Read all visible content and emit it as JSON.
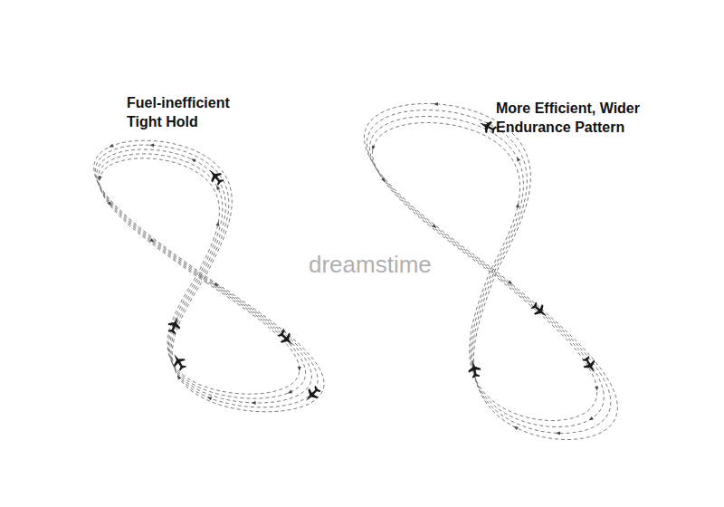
{
  "diagram": {
    "labels": [
      "Fuel-inefficient Tight Hold",
      "More Efficient, Wider Endurance Pattern",
      "dreamstime"
    ]
  }
}
